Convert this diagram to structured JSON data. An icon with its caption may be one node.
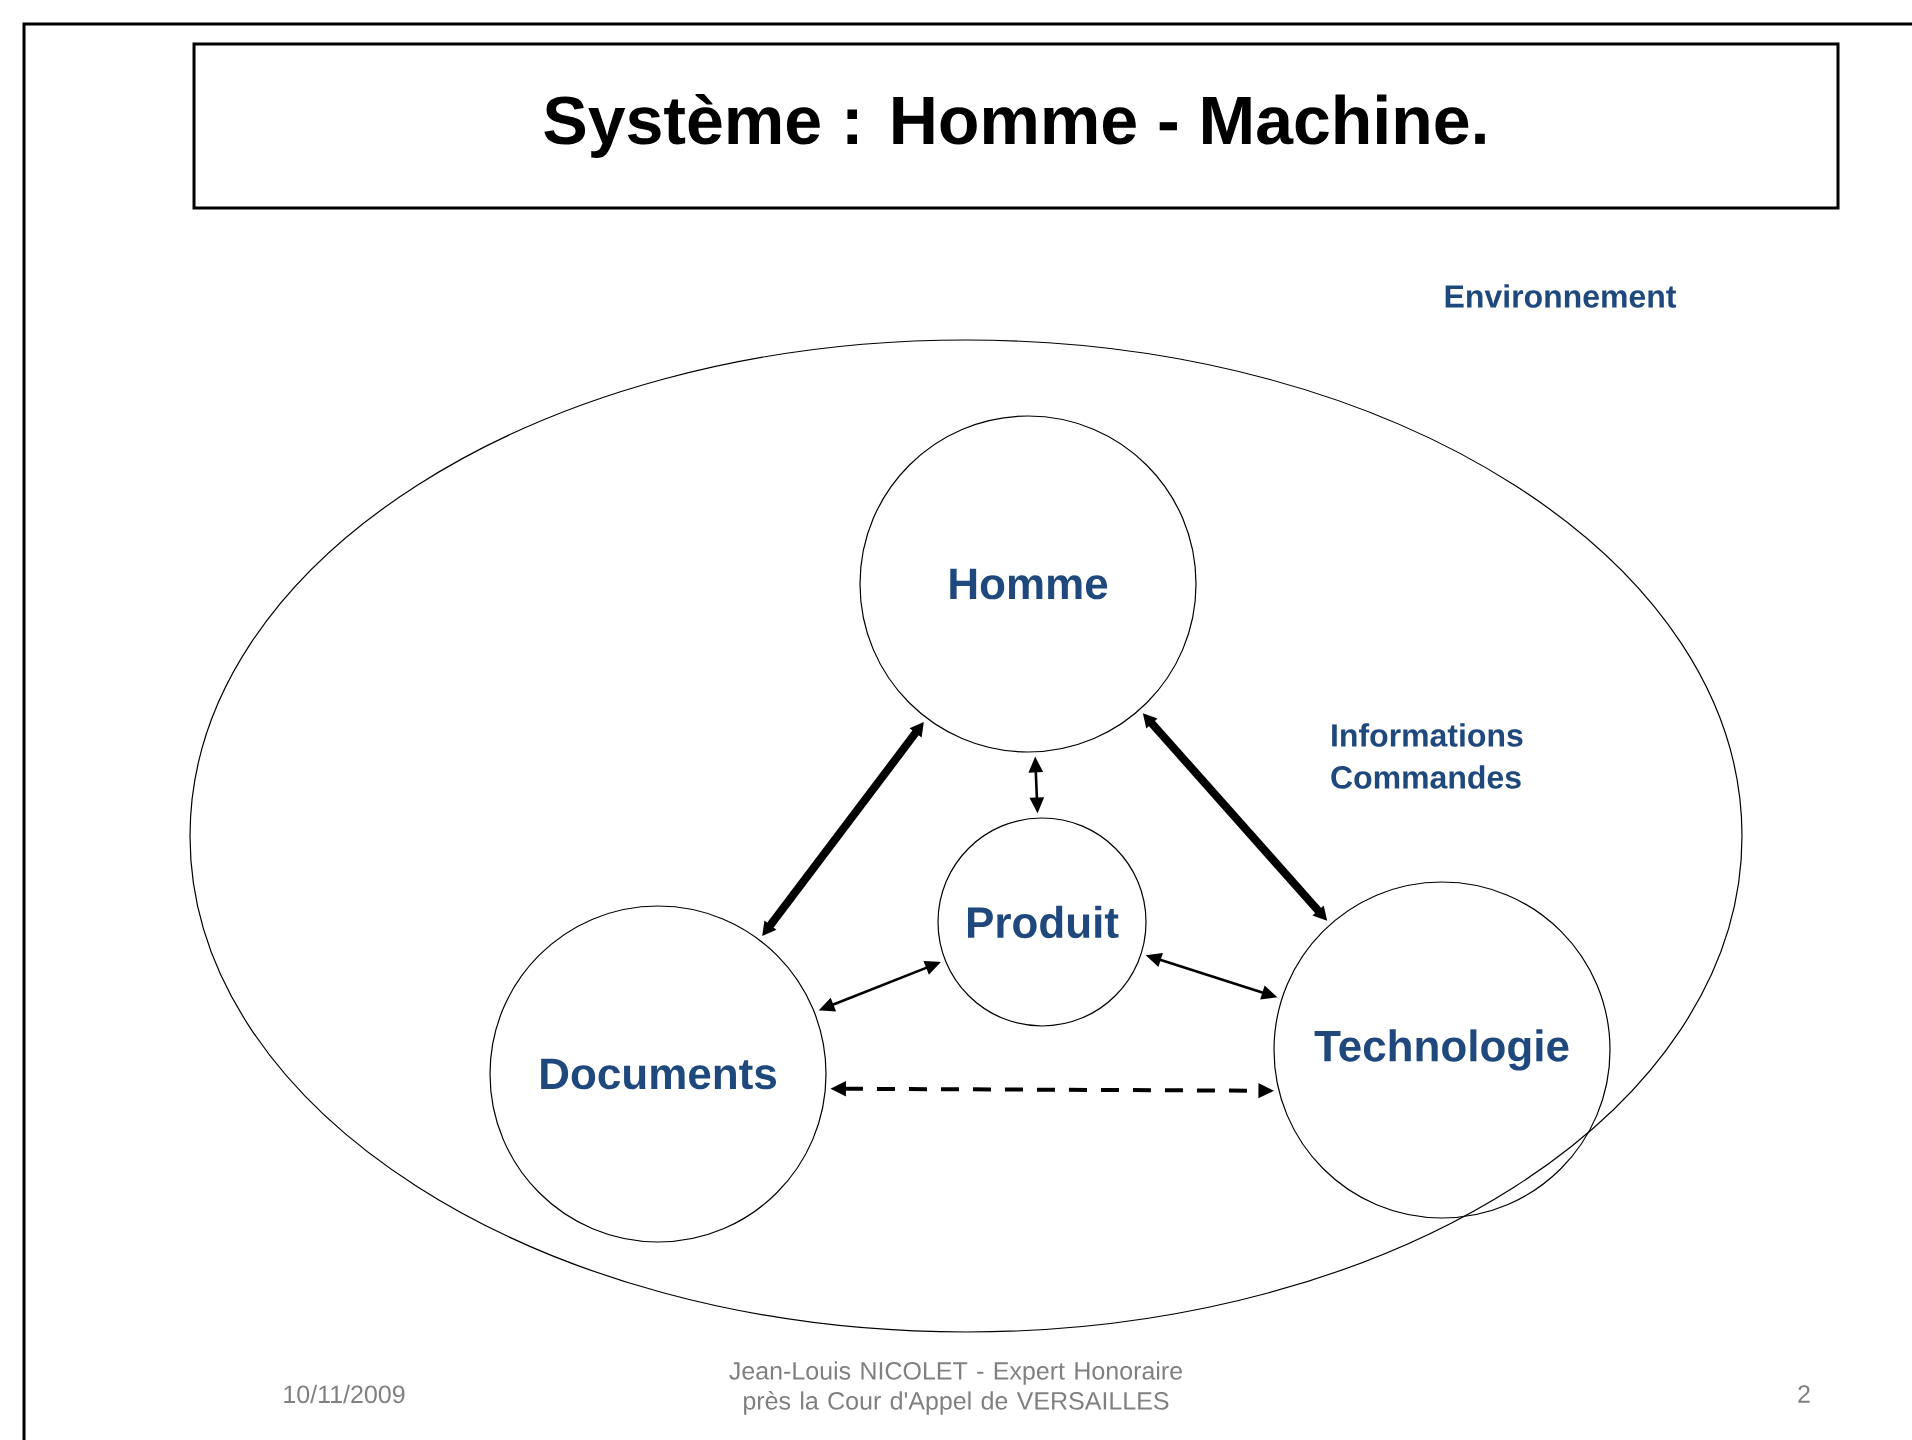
{
  "diagram": {
    "title": "Système : Homme - Machine.",
    "nodes": [
      {
        "text": [
          "Environnement"
        ]
      },
      {
        "text": [
          "Homme"
        ],
        "in": 0
      },
      {
        "text": [
          "Produit"
        ],
        "in": 0
      },
      {
        "text": [
          "Documents"
        ],
        "in": 0
      },
      {
        "text": [
          "Technologie"
        ],
        "in": 0
      }
    ],
    "edges": [
      {
        "from": 1,
        "to": 3,
        "arrow": "both",
        "style": "thick"
      },
      {
        "from": 1,
        "to": 2,
        "arrow": "both"
      },
      {
        "from": 1,
        "to": 4,
        "arrow": "both",
        "style": "thick",
        "label": "Informations Commandes"
      },
      {
        "from": 3,
        "to": 2,
        "arrow": "both"
      },
      {
        "from": 2,
        "to": 4,
        "arrow": "both"
      },
      {
        "from": 3,
        "to": 4,
        "arrow": "both",
        "style": "dashed"
      }
    ],
    "labels": [
      "10/11/2009",
      "Jean-Louis NICOLET - Expert Honoraire près la Cour d'Appel de VERSAILLES",
      "2"
    ]
  }
}
